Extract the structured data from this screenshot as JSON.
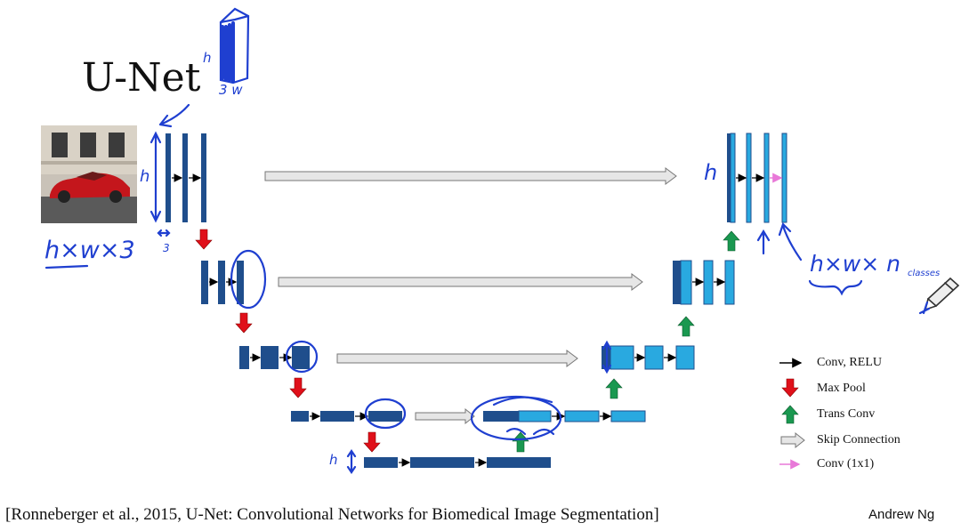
{
  "title": "U-Net",
  "citation": "[Ronneberger et al., 2015, U-Net: Convolutional Networks for Biomedical Image Segmentation]",
  "author": "Andrew Ng",
  "legend": {
    "conv_relu": "Conv, RELU",
    "max_pool": "Max Pool",
    "trans_conv": "Trans Conv",
    "skip_connection": "Skip Connection",
    "conv_1x1": "Conv (1x1)"
  },
  "annotations": {
    "input_dims": "h×w×3",
    "input_h": "h",
    "input_channels": "3",
    "cube_h": "h",
    "cube_dims": "3 w",
    "output_h": "h",
    "output_dims": "h×w× n",
    "output_classes": "classes",
    "bottom_h": "h"
  },
  "colors": {
    "encoder_block": "#1f4e8c",
    "decoder_block": "#29a9e0",
    "max_pool_arrow": "#e0101a",
    "trans_conv_arrow": "#1a9850",
    "skip_arrow_fill": "#e6e6e6",
    "conv1x1_arrow": "#e878d8",
    "handwriting": "#1f3fd0"
  }
}
